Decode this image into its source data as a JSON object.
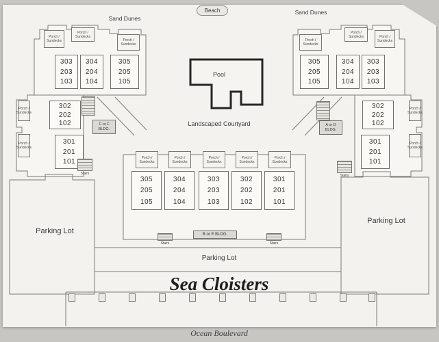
{
  "map": {
    "title": "Sea Cloisters",
    "street": "Ocean Boulevard",
    "beach": "Beach",
    "sand_dunes": "Sand Dunes",
    "pool": "Pool",
    "courtyard": "Landscaped Courtyard",
    "parking": "Parking Lot",
    "stairs": "Stairs",
    "porch_lines": [
      "Porch /",
      "Sundecks"
    ]
  },
  "buildings": {
    "left_wing": {
      "label_lines": [
        "C or F",
        "BLDG."
      ],
      "top_units": [
        [
          "303",
          "203",
          "103"
        ],
        [
          "304",
          "204",
          "104"
        ],
        [
          "305",
          "205",
          "105"
        ]
      ],
      "side_units": [
        [
          "302",
          "202",
          "102"
        ],
        [
          "301",
          "201",
          "101"
        ]
      ]
    },
    "right_wing": {
      "label_lines": [
        "A or D",
        "BLDG."
      ],
      "top_units": [
        [
          "305",
          "205",
          "105"
        ],
        [
          "304",
          "204",
          "104"
        ],
        [
          "303",
          "203",
          "103"
        ]
      ],
      "side_units": [
        [
          "302",
          "202",
          "102"
        ],
        [
          "301",
          "201",
          "101"
        ]
      ]
    },
    "center": {
      "label": "B or E BLDG.",
      "units": [
        [
          "305",
          "205",
          "105"
        ],
        [
          "304",
          "204",
          "104"
        ],
        [
          "303",
          "203",
          "103"
        ],
        [
          "302",
          "202",
          "102"
        ],
        [
          "301",
          "201",
          "101"
        ]
      ]
    }
  }
}
